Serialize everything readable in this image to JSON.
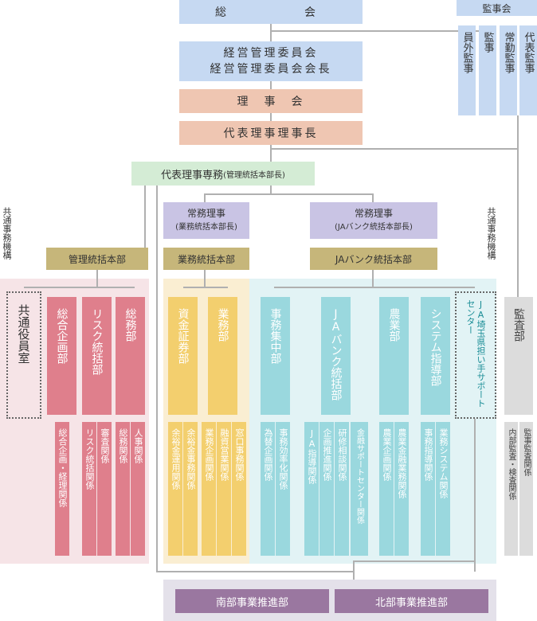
{
  "top": {
    "soukai": "総　　　会",
    "keiei": "経営管理委員会",
    "keiei_chair": "経営管理委員会会長",
    "rijikai": "理　事　会",
    "daihyo_rijicho": "代表理事理事長"
  },
  "kanjikai": {
    "label": "監事会",
    "members": [
      "員外監事",
      "監事",
      "常勤監事",
      "代表監事"
    ]
  },
  "senmu": {
    "name": "代表理事専務",
    "note": "(管理統括本部長)"
  },
  "jomu": [
    {
      "name": "常務理事",
      "note": "(業務統括本部長)"
    },
    {
      "name": "常務理事",
      "note": "(JAバンク統括本部長)"
    }
  ],
  "honbu": {
    "kanri": "管理統括本部",
    "gyomu": "業務統括本部",
    "jabank": "JAバンク統括本部"
  },
  "kyotsu_label": "共通事務機構",
  "departments": {
    "kanri": [
      "共通役員室",
      "総合企画部",
      "リスク統括部",
      "総務部"
    ],
    "gyomu": [
      "資金証券部",
      "業務部"
    ],
    "jabank": [
      "事務集中部",
      "JAバンク統括部",
      "農業部",
      "システム指導部"
    ],
    "center": "JA埼玉県担い手サポートセンター",
    "kansa": "監査部"
  },
  "sections": {
    "kanri": [
      "総合企画・経理関係",
      "リスク統括関係",
      "審査関係",
      "総務関係",
      "人事関係"
    ],
    "gyomu": [
      "余裕金運用関係",
      "余裕金事務関係",
      "業務企画関係",
      "融資営業関係",
      "窓口事務関係"
    ],
    "jabank": [
      "為替企画関係",
      "事務効率化関係",
      "JA指導関係",
      "企画推進関係",
      "研修相談関係",
      "金融サポートセンター関係",
      "農業企画関係",
      "農業金融業務関係",
      "事務指導関係",
      "業務システム関係"
    ],
    "kansa": [
      "内部監査・検査関係",
      "監事監査関係"
    ]
  },
  "bottom": [
    "南部事業推進部",
    "北部事業推進部"
  ],
  "colors": {
    "blue": "#c6d9f2",
    "salmon": "#efc6b2",
    "green": "#d4ecd5",
    "lavender": "#c9c4e4",
    "olive": "#c6b67a",
    "pink": "#df7f8c",
    "yellow": "#f3cf6e",
    "cyan": "#9ad8de",
    "gray": "#dcdcdc",
    "purple": "#9a77a0"
  }
}
